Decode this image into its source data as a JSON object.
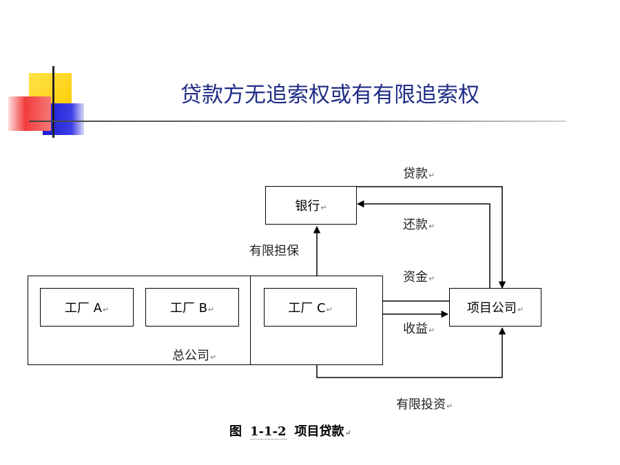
{
  "title": "贷款方无追索权或有有限追索权",
  "diagram": {
    "nodes": {
      "bank": "银行",
      "factory_a": "工厂 A",
      "factory_b": "工厂 B",
      "factory_c": "工厂 C",
      "project_company": "项目公司",
      "head_office": "总公司"
    },
    "edges": {
      "loan": "贷款",
      "repayment": "还款",
      "limited_guarantee": "有限担保",
      "funds": "资金",
      "income": "收益",
      "limited_investment": "有限投资"
    }
  },
  "caption": {
    "prefix": "图",
    "number": "1-1-2",
    "text": "项目贷款"
  },
  "colors": {
    "title": "#1f2d86",
    "deco_yellow": "#ffd200",
    "deco_blue": "#2a2ad6",
    "deco_red": "#f23c3c"
  }
}
